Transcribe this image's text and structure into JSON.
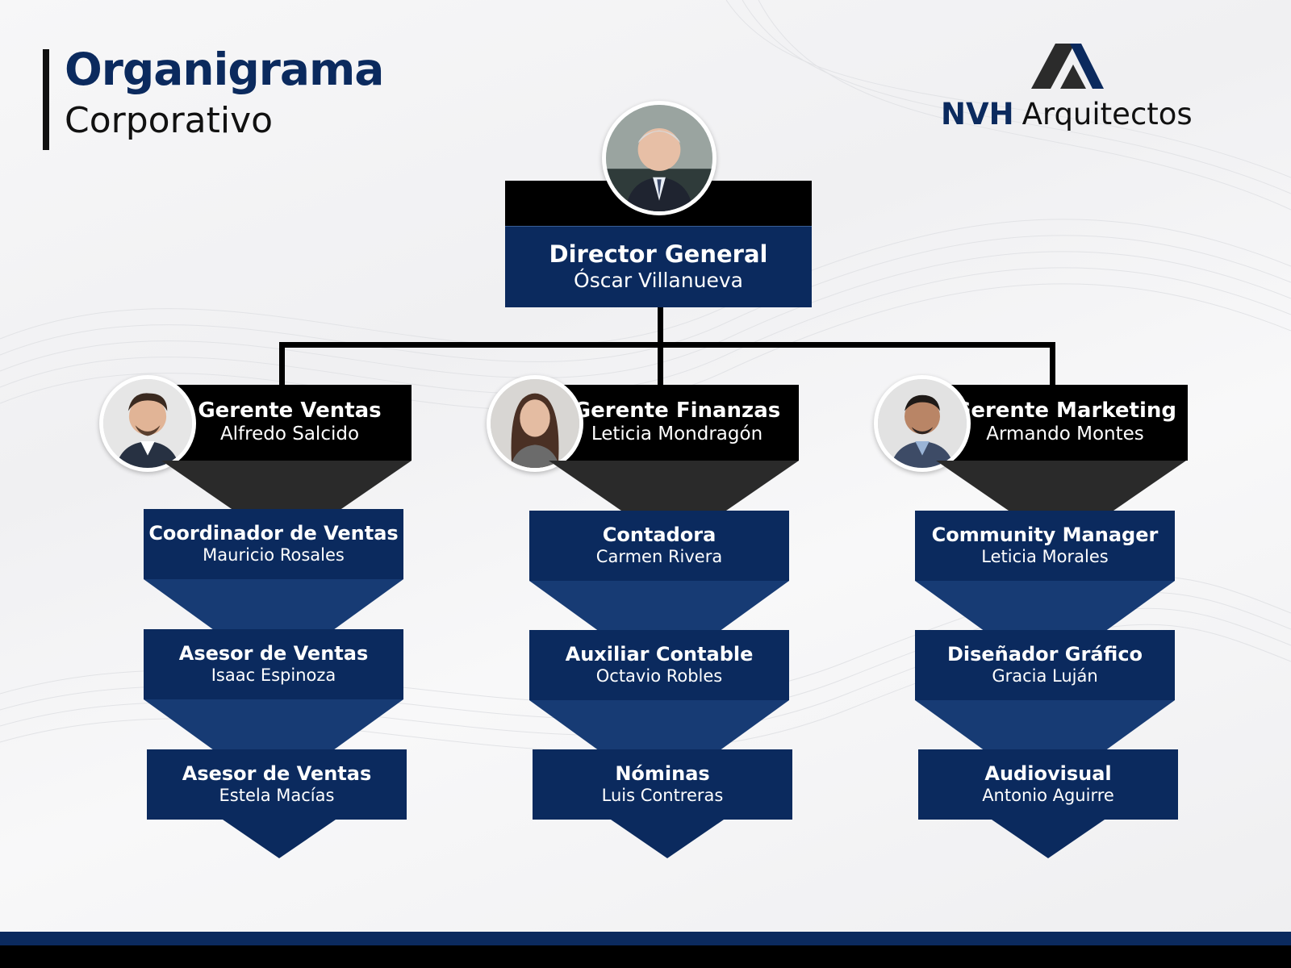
{
  "header": {
    "title": "Organigrama",
    "subtitle": "Corporativo"
  },
  "logo": {
    "brand": "NVH",
    "name": "Arquitectos"
  },
  "colors": {
    "navy": "#0b2a5e",
    "black": "#000000",
    "funnel_dark": "#2a2a2a",
    "funnel_blue": "#173b74"
  },
  "director": {
    "role": "Director General",
    "name": "Óscar Villanueva"
  },
  "departments": [
    {
      "role": "Gerente Ventas",
      "name": "Alfredo Salcido",
      "staff": [
        {
          "role": "Coordinador de Ventas",
          "name": "Mauricio Rosales"
        },
        {
          "role": "Asesor de Ventas",
          "name": "Isaac Espinoza"
        },
        {
          "role": "Asesor de Ventas",
          "name": "Estela Macías"
        }
      ]
    },
    {
      "role": "Gerente Finanzas",
      "name": "Leticia Mondragón",
      "staff": [
        {
          "role": "Contadora",
          "name": "Carmen Rivera"
        },
        {
          "role": "Auxiliar Contable",
          "name": "Octavio Robles"
        },
        {
          "role": "Nóminas",
          "name": "Luis Contreras"
        }
      ]
    },
    {
      "role": "Gerente Marketing",
      "name": "Armando Montes",
      "staff": [
        {
          "role": "Community Manager",
          "name": "Leticia Morales"
        },
        {
          "role": "Diseñador Gráfico",
          "name": "Gracia Luján"
        },
        {
          "role": "Audiovisual",
          "name": "Antonio Aguirre"
        }
      ]
    }
  ]
}
